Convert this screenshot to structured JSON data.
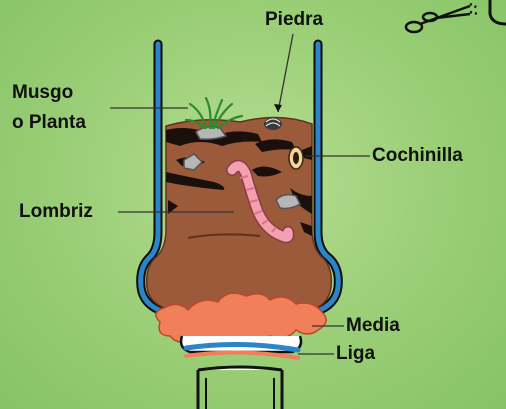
{
  "labels": {
    "piedra": "Piedra",
    "musgo_line1": "Musgo",
    "musgo_line2": "o Planta",
    "cochinilla": "Cochinilla",
    "lombriz": "Lombriz",
    "media": "Media",
    "liga": "Liga"
  },
  "icons": [
    "scissors-icon",
    "worm-icon",
    "pill-bug-icon",
    "stone-icon",
    "moss-icon",
    "sock-icon",
    "rubber-band-icon"
  ],
  "colors": {
    "background": "#9ed07a",
    "soil": "#9b5a3a",
    "bottle_outline": "#2a86c9",
    "sock": "#f07f5a",
    "worm": "#f3a0b0"
  }
}
